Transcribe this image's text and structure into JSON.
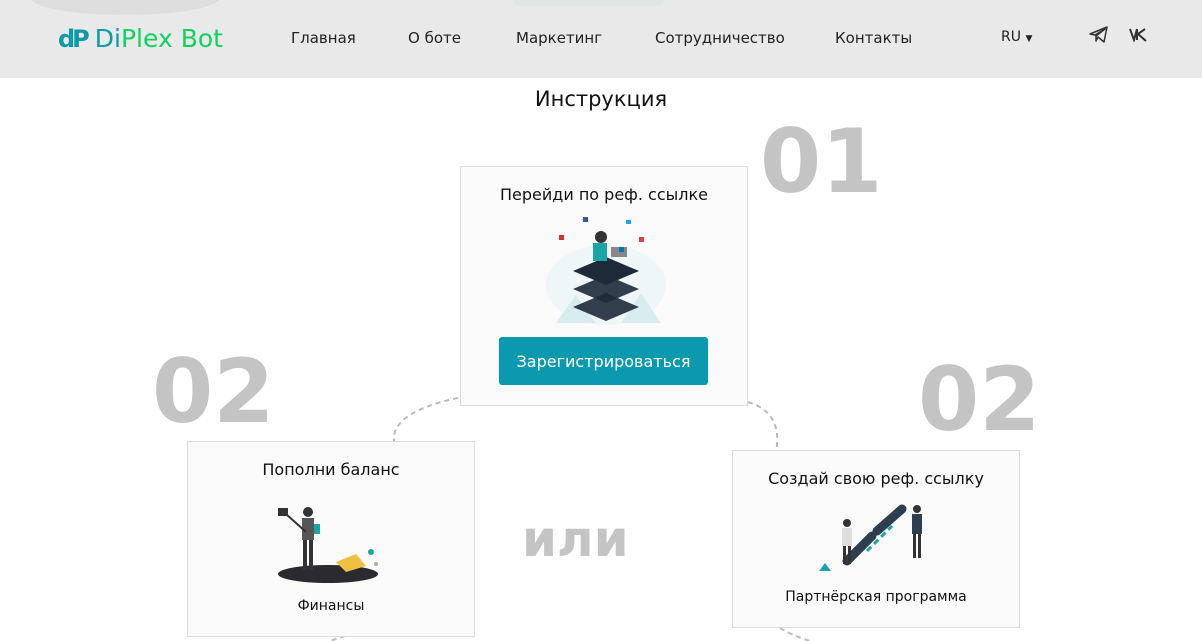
{
  "header": {
    "logo": "DiPlex Bot",
    "logo_prefix": "Di",
    "logo_suffix": "Plex Bot",
    "nav": [
      "Главная",
      "О боте",
      "Маркетинг",
      "Сотрудничество",
      "Контакты"
    ],
    "lang": "RU"
  },
  "main": {
    "title": "Инструкция",
    "or": "или",
    "steps": [
      {
        "number": "01",
        "title": "Перейди по реф. ссылке",
        "button": "Зарегистрироваться"
      },
      {
        "number": "02",
        "title": "Пополни баланс",
        "caption": "Финансы"
      },
      {
        "number": "02",
        "title": "Создай свою реф. ссылку",
        "caption": "Партнёрская программа"
      }
    ]
  },
  "colors": {
    "accent": "#0a99ae",
    "brand_green": "#11d160"
  }
}
